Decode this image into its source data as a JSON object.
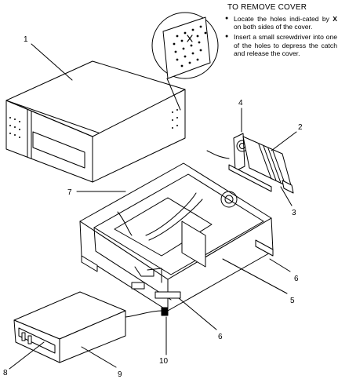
{
  "instructions": {
    "title": "TO REMOVE COVER",
    "steps": [
      {
        "before": "Locate the holes indi-cated by ",
        "mark": "X",
        "after": " on both sides of the cover."
      },
      {
        "before": "Insert a small screwdriver into one of the holes to depress the catch and release the cover.",
        "mark": "",
        "after": ""
      }
    ]
  },
  "callouts": [
    "1",
    "2",
    "3",
    "4",
    "5",
    "6",
    "6",
    "7",
    "8",
    "9",
    "10"
  ]
}
